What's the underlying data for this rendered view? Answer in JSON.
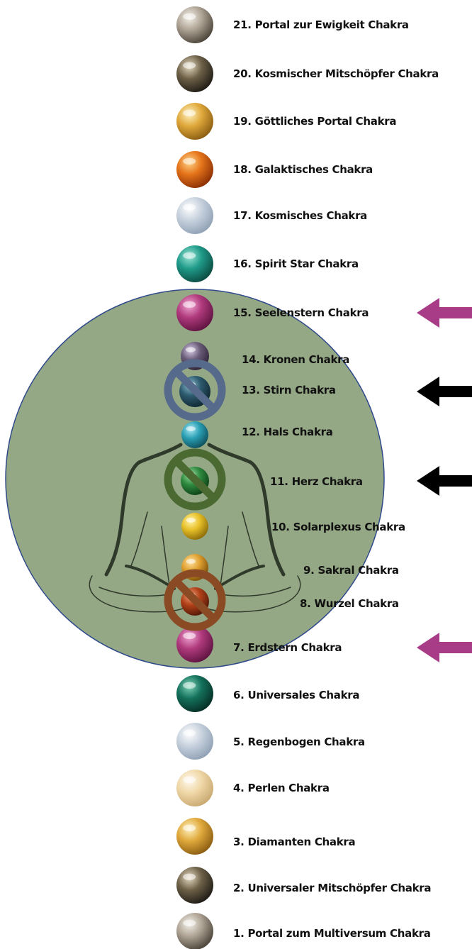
{
  "chakras": [
    {
      "label": "21. Portal zur Ewigkeit Chakra",
      "sphere": "silver-sphere",
      "color_main": "#b0a596",
      "color_light": "#f4f1ea",
      "color_dark": "#4a4238"
    },
    {
      "label": "20. Kosmischer Mitschöpfer Chakra",
      "sphere": "pyrite-sphere",
      "color_main": "#6e6148",
      "color_light": "#e6dcc4",
      "color_dark": "#1e1a14"
    },
    {
      "label": "19. Göttliches Portal Chakra",
      "sphere": "gold-sphere",
      "color_main": "#e0a93c",
      "color_light": "#fff3c2",
      "color_dark": "#8a5c10"
    },
    {
      "label": "18. Galaktisches Chakra",
      "sphere": "orange-sphere",
      "color_main": "#e5741a",
      "color_light": "#ffd58a",
      "color_dark": "#8a2e05"
    },
    {
      "label": "17. Kosmisches Chakra",
      "sphere": "opal-sphere",
      "color_main": "#c8d2de",
      "color_light": "#ffffff",
      "color_dark": "#8fa0b4"
    },
    {
      "label": "16. Spirit Star Chakra",
      "sphere": "teal-sphere",
      "color_main": "#1f9b8a",
      "color_light": "#9fe6d6",
      "color_dark": "#0b4a40"
    },
    {
      "label": "15. Seelenstern Chakra",
      "sphere": "magenta-sphere",
      "color_main": "#b03a7d",
      "color_light": "#f2a8d4",
      "color_dark": "#5e1240"
    },
    {
      "label": "14. Kronen Chakra",
      "sphere": "violet-sphere",
      "color_main": "#6b5d7a",
      "color_light": "#d8cce6",
      "color_dark": "#2e2438"
    },
    {
      "label": "13. Stirn Chakra",
      "sphere": "indigo-sphere",
      "color_main": "#2d5a6e",
      "color_light": "#8fc0d0",
      "color_dark": "#0f2630"
    },
    {
      "label": "12. Hals Chakra",
      "sphere": "turquoise-sphere",
      "color_main": "#2a9fb4",
      "color_light": "#a8e8f2",
      "color_dark": "#0e4e5a"
    },
    {
      "label": "11. Herz Chakra",
      "sphere": "green-sphere",
      "color_main": "#2e8a3e",
      "color_light": "#9ee0a6",
      "color_dark": "#0e3e16"
    },
    {
      "label": "10. Solarplexus Chakra",
      "sphere": "yellow-sphere",
      "color_main": "#e8c028",
      "color_light": "#fff4a8",
      "color_dark": "#8a6a08"
    },
    {
      "label": "9. Sakral Chakra",
      "sphere": "amber-sphere",
      "color_main": "#e0a030",
      "color_light": "#ffe2a0",
      "color_dark": "#7a4e08"
    },
    {
      "label": "8. Wurzel Chakra",
      "sphere": "red-sphere",
      "color_main": "#b04018",
      "color_light": "#f0a078",
      "color_dark": "#501808"
    },
    {
      "label": "7. Erdstern Chakra",
      "sphere": "magenta-sphere",
      "color_main": "#b03a7d",
      "color_light": "#f2a8d4",
      "color_dark": "#5e1240"
    },
    {
      "label": "6. Universales Chakra",
      "sphere": "malachite-sphere",
      "color_main": "#14715c",
      "color_light": "#7fd4b8",
      "color_dark": "#062e24"
    },
    {
      "label": "5. Regenbogen Chakra",
      "sphere": "opal-sphere",
      "color_main": "#c8d2de",
      "color_light": "#ffffff",
      "color_dark": "#8fa0b4"
    },
    {
      "label": "4. Perlen Chakra",
      "sphere": "pearl-sphere",
      "color_main": "#f0d8a8",
      "color_light": "#fffaf0",
      "color_dark": "#c8a870"
    },
    {
      "label": "3. Diamanten Chakra",
      "sphere": "gold-sphere",
      "color_main": "#e0a93c",
      "color_light": "#fff3c2",
      "color_dark": "#8a5c10"
    },
    {
      "label": "2. Universaler Mitschöpfer Chakra",
      "sphere": "pyrite-sphere",
      "color_main": "#6e6148",
      "color_light": "#e6dcc4",
      "color_dark": "#1e1a14"
    },
    {
      "label": "1. Portal zum Multiversum Chakra",
      "sphere": "silver-sphere",
      "color_main": "#b0a596",
      "color_light": "#f4f1ea",
      "color_dark": "#4a4238"
    }
  ],
  "colors": {
    "disc_fill": "#95a886",
    "disc_stroke": "#2f4a8a",
    "figure_stroke": "#2f3a2a",
    "arrow_magenta": "#a83c86",
    "arrow_black": "#000000",
    "block_stirn": "#566a8c",
    "block_herz": "#4a6a32",
    "block_wurzel": "#8a4a24"
  },
  "arrows": [
    {
      "target": "15. Seelenstern Chakra",
      "color": "#a83c86"
    },
    {
      "target": "13. Stirn Chakra",
      "color": "#000000"
    },
    {
      "target": "11. Herz Chakra",
      "color": "#000000"
    },
    {
      "target": "7. Erdstern Chakra",
      "color": "#a83c86"
    }
  ],
  "blocked": [
    {
      "target": "13. Stirn Chakra",
      "icon": "prohibition-icon",
      "color": "#566a8c"
    },
    {
      "target": "11. Herz Chakra",
      "icon": "prohibition-icon",
      "color": "#4a6a32"
    },
    {
      "target": "8. Wurzel Chakra",
      "icon": "prohibition-icon",
      "color": "#8a4a24"
    }
  ]
}
